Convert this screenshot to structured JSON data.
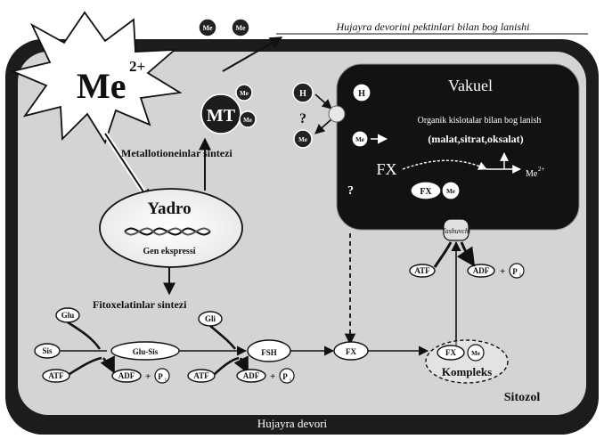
{
  "header_caption": "Hujayra devorini pektinlari bilan bog lanishi",
  "me_ion": {
    "base": "Me",
    "charge": "2+"
  },
  "badge_me": "Me",
  "badge_h": "H",
  "question_mark": "?",
  "mt_label": "MT",
  "metallothionein_synthesis": "Metallotioneinlar sintezi",
  "nucleus": {
    "title": "Yadro",
    "gene_expression": "Gen ekspressi"
  },
  "phytochelatin_synthesis": "Fitoxelatinlar sintezi",
  "vacuole": {
    "title": "Vakuel",
    "organic_acids_line": "Organik kislotalar bilan bog lanish",
    "acids_list": "(malat,sitrat,oksalat)",
    "fx_label": "FX",
    "me_charged": "Me",
    "charge": "2+",
    "transporter_label": "Tashuvchi"
  },
  "pathway": {
    "glu": "Glu",
    "sis": "Sis",
    "gli": "Gli",
    "glu_sis": "Glu-Sis",
    "fsh": "FSH",
    "fx": "FX",
    "atf": "ATF",
    "adf": "ADF",
    "plus": "+",
    "pi": "P",
    "pi_sub": "i"
  },
  "complex": {
    "fx": "FX",
    "me": "Me",
    "label": "Kompleks"
  },
  "cytosol_label": "Sitozol",
  "footer_caption": "Hujayra devori"
}
